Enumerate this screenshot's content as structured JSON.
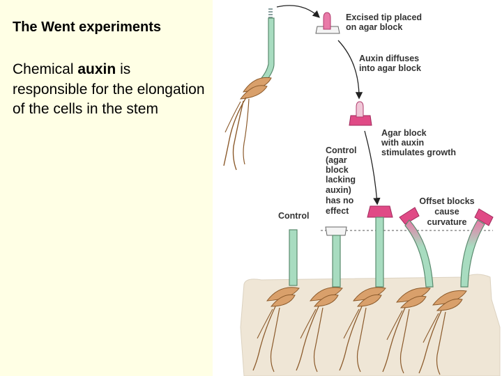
{
  "slide": {
    "title": "The Went experiments",
    "body_prefix": "Chemical ",
    "body_keyword": "auxin",
    "body_suffix": " is responsible for the elongation of the cells in the stem"
  },
  "figure": {
    "labels": {
      "excised_tip_1": "Excised tip placed",
      "excised_tip_2": "on agar block",
      "auxin_diffuses_1": "Auxin diffuses",
      "auxin_diffuses_2": "into agar block",
      "agar_block_1": "Agar block",
      "agar_block_2": "with auxin",
      "agar_block_3": "stimulates growth",
      "control_agar_1": "Control",
      "control_agar_2": "(agar",
      "control_agar_3": "block",
      "control_agar_4": "lacking",
      "control_agar_5": "auxin)",
      "control_agar_6": "has no",
      "control_agar_7": "effect",
      "control": "Control",
      "offset_1": "Offset blocks",
      "offset_2": "cause",
      "offset_3": "curvature"
    }
  },
  "colors": {
    "panel_background": "#ffffe5",
    "stem_green": "#a8dcc0",
    "stem_outline": "#5a8a6e",
    "auxin_pink": "#e04a86",
    "seed_tan": "#d9a06b",
    "soil": "#efe6d6",
    "arrow": "#222222"
  }
}
